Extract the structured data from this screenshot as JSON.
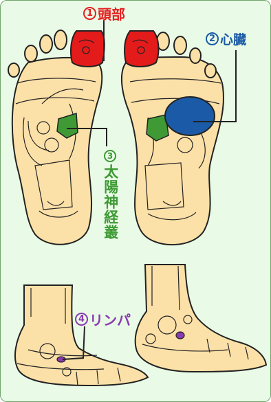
{
  "labels": [
    {
      "id": "lbl1",
      "number": "1",
      "text": "頭部",
      "color": "#e32020"
    },
    {
      "id": "lbl2",
      "number": "2",
      "text": "心臓",
      "color": "#1c5aa6"
    },
    {
      "id": "lbl3",
      "number": "3",
      "text": "太陽神経叢",
      "color": "#3f9a35"
    },
    {
      "id": "lbl4",
      "number": "4",
      "text": "リンパ",
      "color": "#8a3ab0"
    }
  ],
  "colors": {
    "background": "#e9fbe6",
    "foot_fill": "#fbe0a8",
    "outline": "#222222",
    "head_zone": "#e31b1b",
    "heart_zone": "#1b5aa6",
    "solar_plexus_zone": "#3f9a35",
    "lymph_zone": "#8a3ab0"
  }
}
